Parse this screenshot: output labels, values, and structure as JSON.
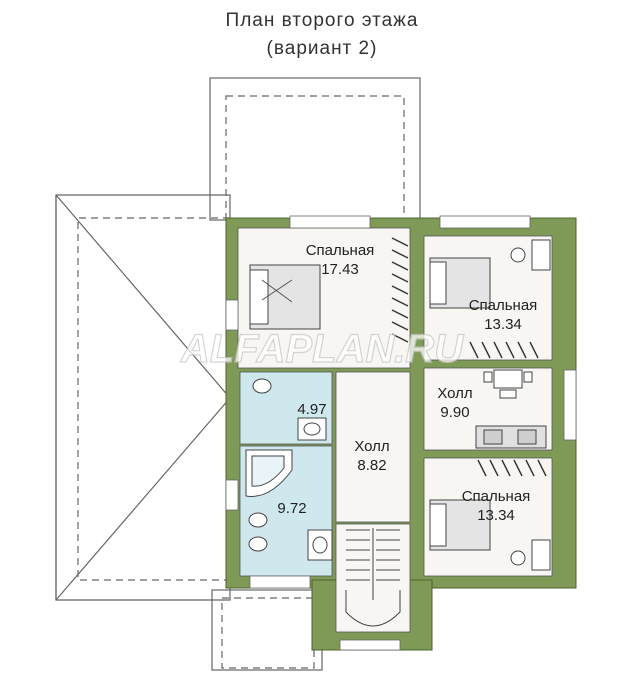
{
  "plan": {
    "title_line1": "План второго этажа",
    "title_line2": "(вариант 2)",
    "watermark": "ALFAPLAN.RU",
    "colors": {
      "wall": "#7f9a57",
      "wall_dark": "#5f7a3c",
      "room": "#f7f6f2",
      "bath": "#cfe8ee",
      "outline": "#555555"
    },
    "rooms": [
      {
        "id": "bedroom-1",
        "name": "Спальная",
        "area": "17.43"
      },
      {
        "id": "bedroom-2",
        "name": "Спальная",
        "area": "13.34"
      },
      {
        "id": "hall-right",
        "name": "Холл",
        "area": "9.90"
      },
      {
        "id": "bathroom-small",
        "name": "",
        "area": "4.97"
      },
      {
        "id": "hall-center",
        "name": "Холл",
        "area": "8.82"
      },
      {
        "id": "bathroom-large",
        "name": "",
        "area": "9.72"
      },
      {
        "id": "bedroom-3",
        "name": "Спальная",
        "area": "13.34"
      }
    ]
  }
}
